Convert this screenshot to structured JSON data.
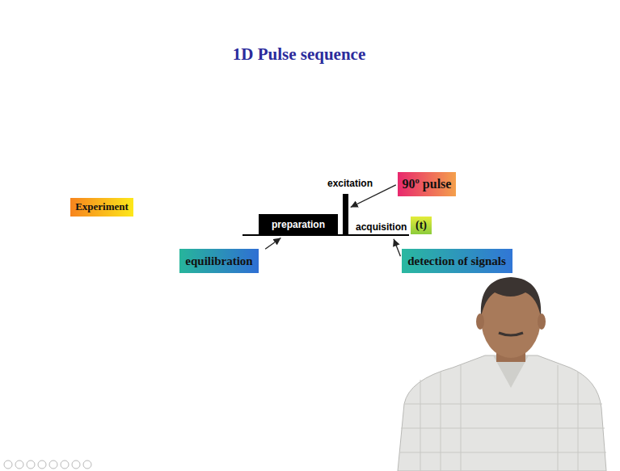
{
  "diagram": {
    "title": "1D Pulse sequence",
    "nodes": [
      {
        "text": [
          "excitation"
        ]
      },
      {
        "text": [
          "90º pulse"
        ]
      },
      {
        "text": [
          "Experiment"
        ]
      },
      {
        "text": [
          "preparation"
        ]
      },
      {
        "text": [
          "acquisition"
        ]
      },
      {
        "text": [
          "(t)"
        ]
      },
      {
        "text": [
          "equilibration"
        ]
      },
      {
        "text": [
          "detection of signals"
        ]
      }
    ],
    "edges": [
      {
        "from": 1,
        "to": 0,
        "arrow": "to"
      },
      {
        "from": 6,
        "to": 3,
        "arrow": "to"
      },
      {
        "from": 7,
        "to": 4,
        "arrow": "to"
      }
    ]
  }
}
